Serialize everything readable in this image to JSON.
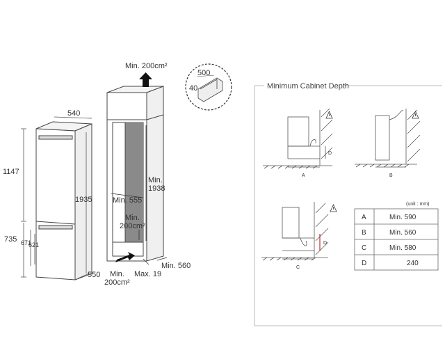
{
  "left_diagram": {
    "labels": {
      "vent_top": "Min. 200cm²",
      "width_540": "540",
      "h_1147": "1147",
      "h_1935": "1935",
      "h_735": "735",
      "h_671": "671",
      "h_621": "621",
      "d_550": "550",
      "cab_min_1938": "Min.\n1938",
      "cab_min_555": "Min. 555",
      "cab_min_200_mid": "Min.\n200cm²",
      "cab_min_200_bottom": "Min.\n200cm²",
      "cab_max_19": "Max. 19",
      "cab_min_560": "Min. 560",
      "detail_500": "500",
      "detail_40": "40"
    }
  },
  "right_diagram": {
    "title": "Minimum Cabinet Depth",
    "unit_note": "(unit : mm)",
    "figure_letters": [
      "A",
      "B",
      "C",
      "D"
    ],
    "table": [
      {
        "key": "A",
        "value": "Min. 590"
      },
      {
        "key": "B",
        "value": "Min. 560"
      },
      {
        "key": "C",
        "value": "Min. 580"
      },
      {
        "key": "D",
        "value": "240"
      }
    ]
  }
}
